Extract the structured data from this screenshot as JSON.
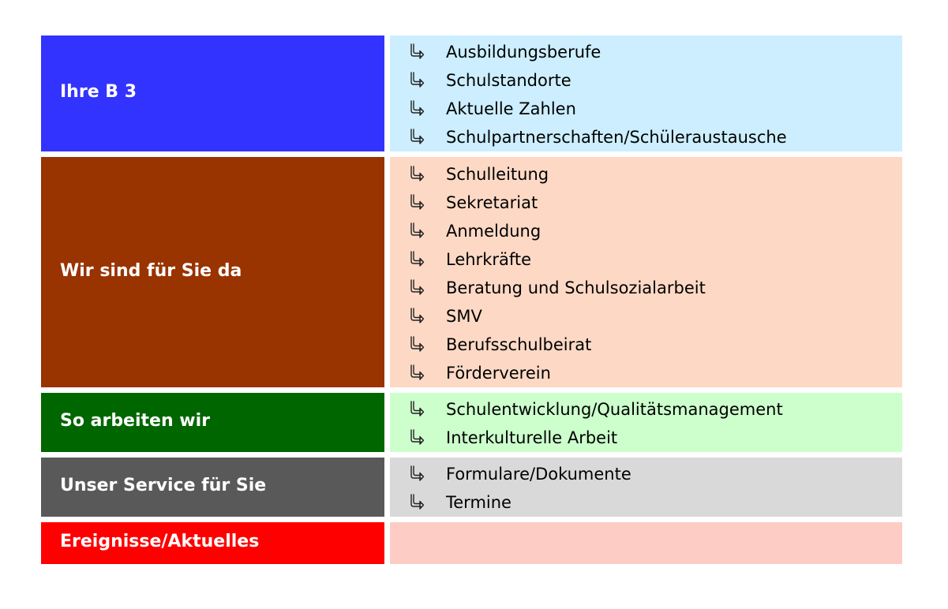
{
  "colors": {
    "ihre_b3_header": "#3333ff",
    "ihre_b3_panel": "#cceeff",
    "wir_sind_header": "#993300",
    "wir_sind_panel": "#fdd9c5",
    "so_arbeiten_header": "#006600",
    "so_arbeiten_panel": "#ccffcc",
    "service_header": "#595959",
    "service_panel": "#d9d9d9",
    "ereignisse_header": "#ff0000",
    "ereignisse_panel": "#fdccc4"
  },
  "bullet_icon": "hooked-arrow-icon",
  "sections": [
    {
      "title": "Ihre B 3",
      "links": [
        "Ausbildungsberufe",
        "Schulstandorte",
        "Aktuelle Zahlen",
        "Schulpartnerschaften/Schüleraustausche"
      ]
    },
    {
      "title": "Wir sind für Sie da",
      "links": [
        "Schulleitung",
        "Sekretariat",
        "Anmeldung",
        "Lehrkräfte",
        "Beratung und Schulsozialarbeit",
        "SMV",
        "Berufsschulbeirat",
        "Förderverein"
      ]
    },
    {
      "title": "So arbeiten wir",
      "links": [
        "Schulentwicklung/Qualitätsmanagement",
        "Interkulturelle Arbeit"
      ]
    },
    {
      "title": "Unser Service für Sie",
      "links": [
        "Formulare/Dokumente",
        "Termine"
      ]
    },
    {
      "title": "Ereignisse/Aktuelles",
      "links": []
    }
  ]
}
